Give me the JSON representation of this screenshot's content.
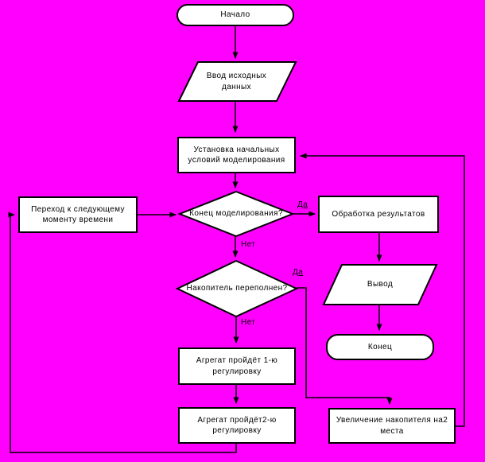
{
  "canvas": {
    "background_color": "#ff00ff",
    "shape_fill": "#ffffff",
    "shape_stroke": "#000000"
  },
  "nodes": {
    "start": {
      "type": "terminator",
      "label": "Начало"
    },
    "input": {
      "type": "parallelogram",
      "label": "Ввод исходных данных"
    },
    "init": {
      "type": "process",
      "label": "Установка начальных условий моделирования"
    },
    "decision_end": {
      "type": "decision",
      "label": "Конец моделирования?"
    },
    "next_moment": {
      "type": "process",
      "label": "Переход к следующему моменту времени"
    },
    "process_results": {
      "type": "process",
      "label": "Обработка результатов"
    },
    "output": {
      "type": "parallelogram",
      "label": "Вывод"
    },
    "end": {
      "type": "terminator",
      "label": "Конец"
    },
    "decision_storage": {
      "type": "decision",
      "label": "Накопитель переполнен?"
    },
    "adjust1": {
      "type": "process",
      "label": "Агрегат пройдёт 1-ю регулировку"
    },
    "adjust2": {
      "type": "process",
      "label": "Агрегат пройдёт2-ю регулировку"
    },
    "increase": {
      "type": "process",
      "label": "Увеличение накопителя на2 места"
    }
  },
  "edge_labels": {
    "yes_end_modeling": "Да",
    "no_end_modeling": "Нет",
    "yes_storage_full": "Да",
    "no_storage_full": "Нет"
  }
}
